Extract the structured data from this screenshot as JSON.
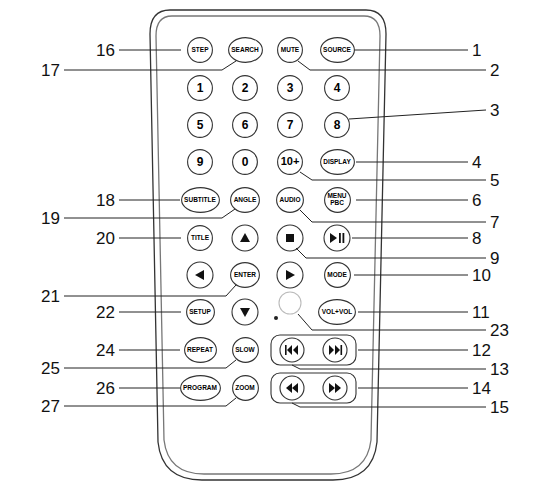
{
  "diagram": {
    "nodes": [
      {
        "text": [
          "STEP"
        ]
      },
      {
        "text": [
          "SEARCH"
        ]
      },
      {
        "text": [
          "MUTE"
        ]
      },
      {
        "text": [
          "SOURCE"
        ]
      },
      {
        "text": [
          "1"
        ]
      },
      {
        "text": [
          "2"
        ]
      },
      {
        "text": [
          "3"
        ]
      },
      {
        "text": [
          "4"
        ]
      },
      {
        "text": [
          "5"
        ]
      },
      {
        "text": [
          "6"
        ]
      },
      {
        "text": [
          "7"
        ]
      },
      {
        "text": [
          "8"
        ]
      },
      {
        "text": [
          "9"
        ]
      },
      {
        "text": [
          "0"
        ]
      },
      {
        "text": [
          "10+"
        ]
      },
      {
        "text": [
          "DISPLAY"
        ]
      },
      {
        "text": [
          "SUBTITLE"
        ]
      },
      {
        "text": [
          "ANGLE"
        ]
      },
      {
        "text": [
          "AUDIO"
        ]
      },
      {
        "text": [
          "MENU PBC"
        ]
      },
      {
        "text": [
          "TITLE"
        ]
      },
      {
        "text": [
          "ENTER"
        ]
      },
      {
        "text": [
          "MODE"
        ]
      },
      {
        "text": [
          "SETUP"
        ]
      },
      {
        "text": [
          "VOL+VOL"
        ]
      },
      {
        "text": [
          "REPEAT"
        ]
      },
      {
        "text": [
          "SLOW"
        ]
      },
      {
        "text": [
          "PROGRAM"
        ]
      },
      {
        "text": [
          "ZOOM"
        ]
      }
    ],
    "labels": [
      "16",
      "1",
      "17",
      "2",
      "3",
      "4",
      "5",
      "18",
      "6",
      "19",
      "7",
      "20",
      "8",
      "9",
      "10",
      "21",
      "22",
      "11",
      "23",
      "24",
      "12",
      "25",
      "13",
      "26",
      "14",
      "27",
      "15"
    ]
  }
}
